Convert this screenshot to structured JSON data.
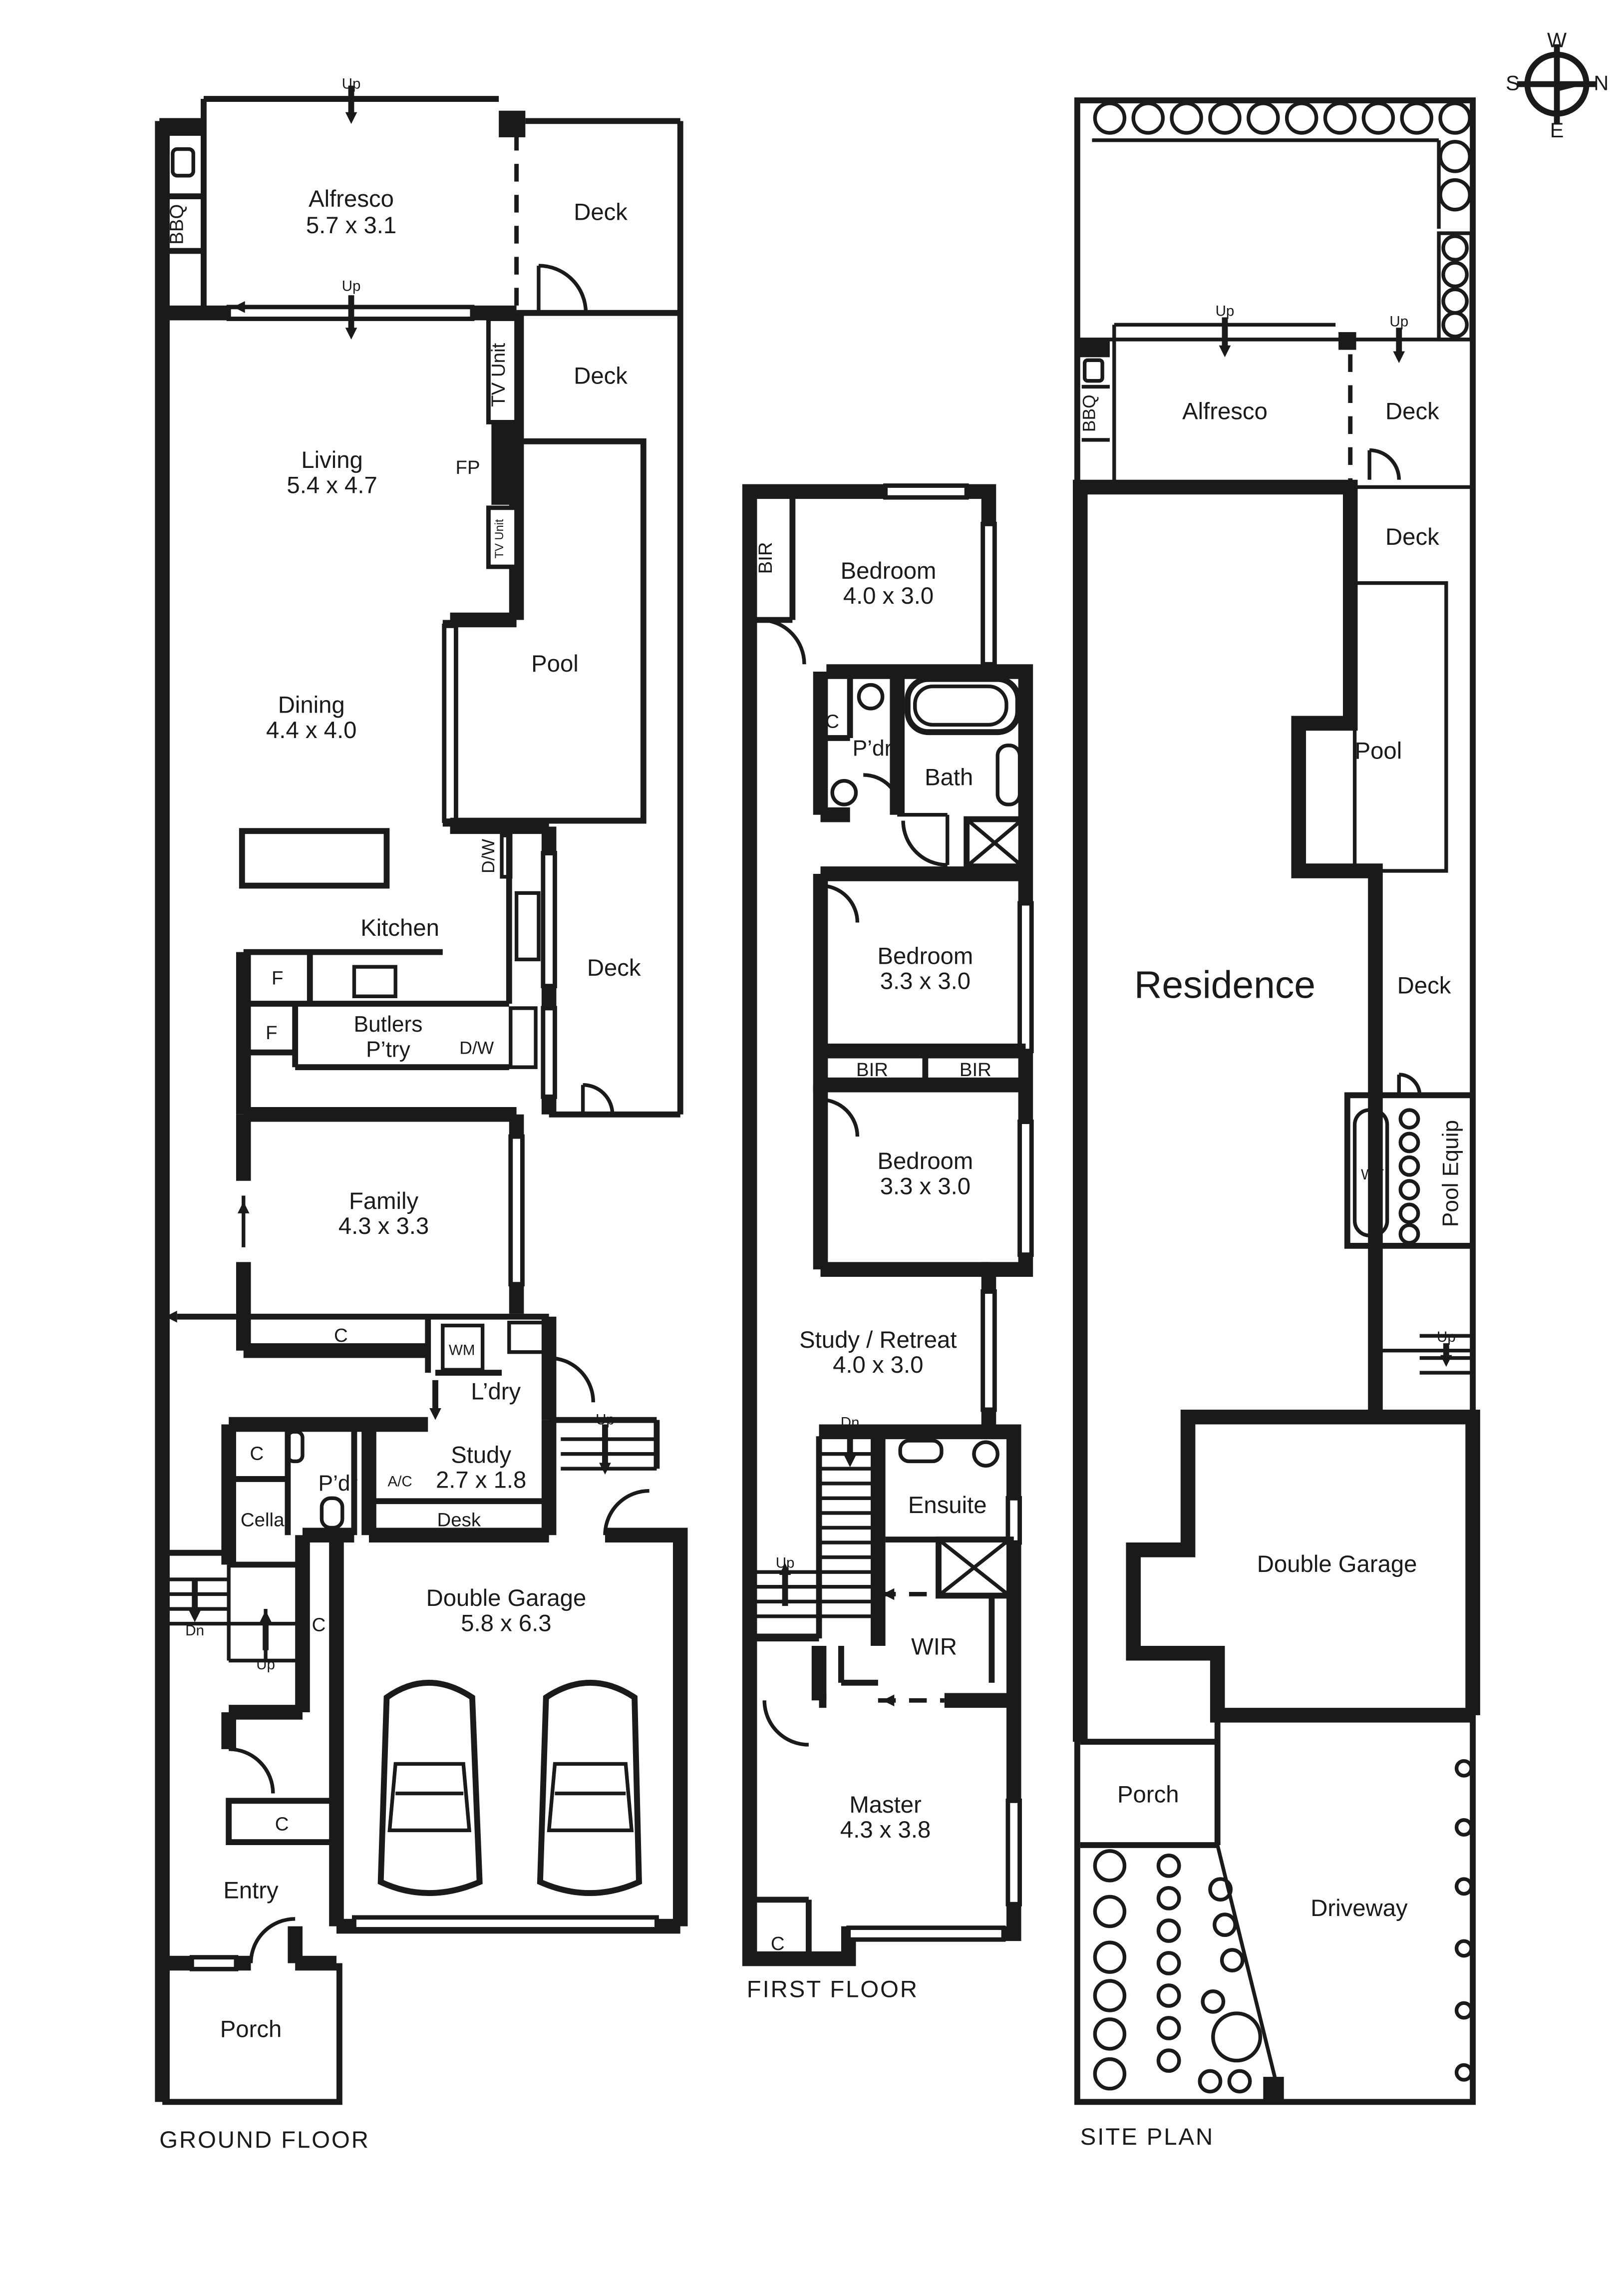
{
  "compass": {
    "n": "N",
    "s": "S",
    "e": "E",
    "w": "W"
  },
  "ground_floor": {
    "caption": "GROUND FLOOR",
    "rooms": {
      "alfresco": {
        "name": "Alfresco",
        "size": "5.7 x 3.1"
      },
      "bbq": "BBQ",
      "deck_top": "Deck",
      "deck_upper": "Deck",
      "tv_unit_large": "TV Unit",
      "fp": "FP",
      "tv_unit_small": "TV Unit",
      "living": {
        "name": "Living",
        "size": "5.4 x 4.7"
      },
      "dining": {
        "name": "Dining",
        "size": "4.4 x 4.0"
      },
      "pool": "Pool",
      "dw_kitchen": "D/W",
      "kitchen": "Kitchen",
      "f1": "F",
      "f2": "F",
      "butlers": {
        "line1": "Butlers",
        "line2": "P’try"
      },
      "dw_butlers": "D/W",
      "deck_side": "Deck",
      "family": {
        "name": "Family",
        "size": "4.3 x 3.3"
      },
      "c_hall": "C",
      "wm": "WM",
      "ldry": "L’dry",
      "c_small": "C",
      "pdr": "P’dr",
      "ac": "A/C",
      "study": {
        "name": "Study",
        "size": "2.7 x 1.8"
      },
      "desk": "Desk",
      "cellar": "Cellar",
      "c_stair": "C",
      "garage": {
        "name": "Double Garage",
        "size": "5.8 x 6.3"
      },
      "c_entry": "C",
      "entry": "Entry",
      "porch": "Porch"
    },
    "stairs": {
      "up_top": "Up",
      "up_alfresco": "Up",
      "up_garage": "Up",
      "up_main": "Up",
      "dn": "Dn"
    }
  },
  "first_floor": {
    "caption": "FIRST FLOOR",
    "rooms": {
      "bir_top": "BIR",
      "bedroom1": {
        "name": "Bedroom",
        "size": "4.0 x 3.0"
      },
      "c": "C",
      "pdr": "P’dr",
      "bath": "Bath",
      "bedroom2": {
        "name": "Bedroom",
        "size": "3.3 x 3.0"
      },
      "bir_a": "BIR",
      "bir_b": "BIR",
      "bedroom3": {
        "name": "Bedroom",
        "size": "3.3 x 3.0"
      },
      "study": {
        "name": "Study / Retreat",
        "size": "4.0 x 3.0"
      },
      "ensuite": "Ensuite",
      "wir": "WIR",
      "master": {
        "name": "Master",
        "size": "4.3 x 3.8"
      },
      "c_bottom": "C"
    },
    "stairs": {
      "dn": "Dn",
      "up": "Up"
    }
  },
  "site_plan": {
    "caption": "SITE PLAN",
    "labels": {
      "bbq": "BBQ",
      "alfresco": "Alfresco",
      "deck_top": "Deck",
      "deck_2": "Deck",
      "pool": "Pool",
      "residence": "Residence",
      "deck_3": "Deck",
      "wt": "WT",
      "pool_equip": "Pool Equip",
      "garage": "Double Garage",
      "porch": "Porch",
      "driveway": "Driveway",
      "up1": "Up",
      "up2": "Up",
      "up3": "Up"
    }
  }
}
